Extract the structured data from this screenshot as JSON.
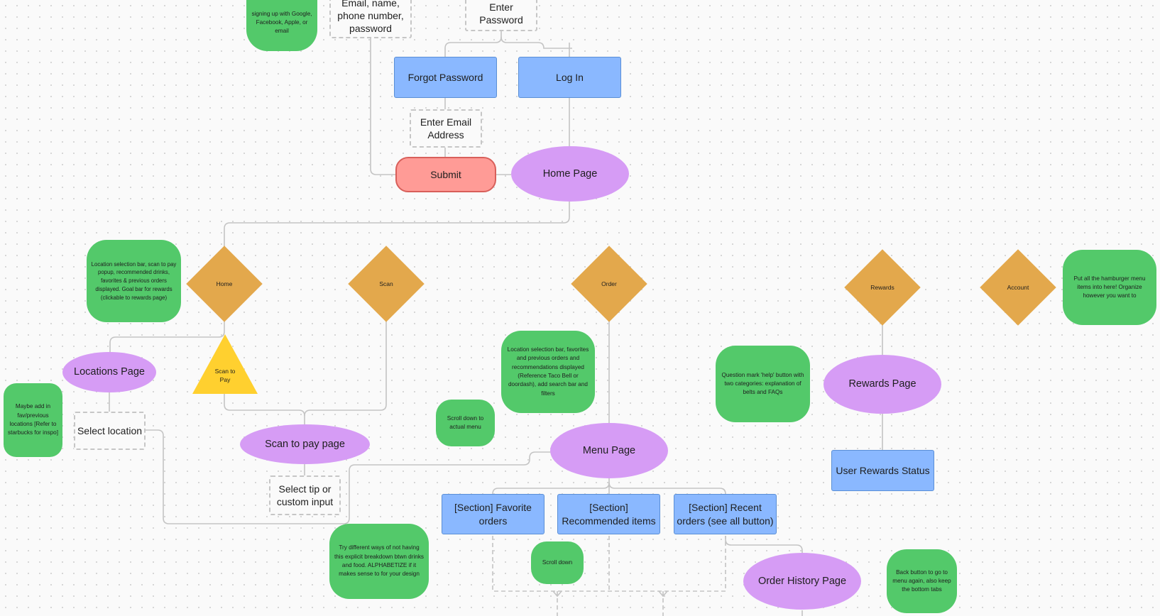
{
  "nodes": {
    "signup_note": "signing up with Google, Facebook, Apple, or email",
    "signup_fields": "Email, name, phone number, password",
    "enter_password": "Enter Password",
    "forgot_password": "Forgot Password",
    "log_in": "Log In",
    "enter_email": "Enter Email Address",
    "submit": "Submit",
    "home_page": "Home Page",
    "home_note": "Location selection bar, scan to pay popup, recommended drinks, favorites & previous orders displayed. Goal bar for rewards (clickable to rewards page)",
    "home": "Home",
    "scan": "Scan",
    "order": "Order",
    "rewards": "Rewards",
    "account": "Account",
    "account_note": "Put all the hamburger menu items into here! Organize however you want to",
    "locations_page": "Locations Page",
    "scan_to_pay": "Scan to Pay",
    "locations_note": "Maybe add in fav/previous locations [Refer to starbucks for inspo]",
    "select_location": "Select location",
    "scan_to_pay_page": "Scan to pay page",
    "select_tip": "Select tip or custom input",
    "order_note": "Location selection bar, favorites and previous orders and recommendations displayed (Reference Taco Bell or doordash), add search bar and filters",
    "scroll_note": "Scroll down to actual menu",
    "menu_page": "Menu Page",
    "help_note": "Question mark 'help' button with two categories: explanation of belts and FAQs",
    "rewards_page": "Rewards Page",
    "user_rewards_status": "User Rewards Status",
    "favorite_orders": "[Section] Favorite orders",
    "recommended_items": "[Section] Recommended items",
    "recent_orders": "[Section] Recent orders (see all button)",
    "food_note": "Try different ways of not having this explicit breakdown btwn drinks and food. ALPHABETIZE if it makes sense to for your design",
    "scroll_down": "Scroll down",
    "order_history_page": "Order History Page",
    "back_note": "Back button to go to menu again, also keep the bottom tabs"
  },
  "colors": {
    "blue": "#8ab8ff",
    "purple": "#d69cf5",
    "green": "#53c96a",
    "orange": "#e3a84c",
    "yellow": "#ffd02f",
    "red": "#ff9b96",
    "connector": "#c4c4c4"
  }
}
